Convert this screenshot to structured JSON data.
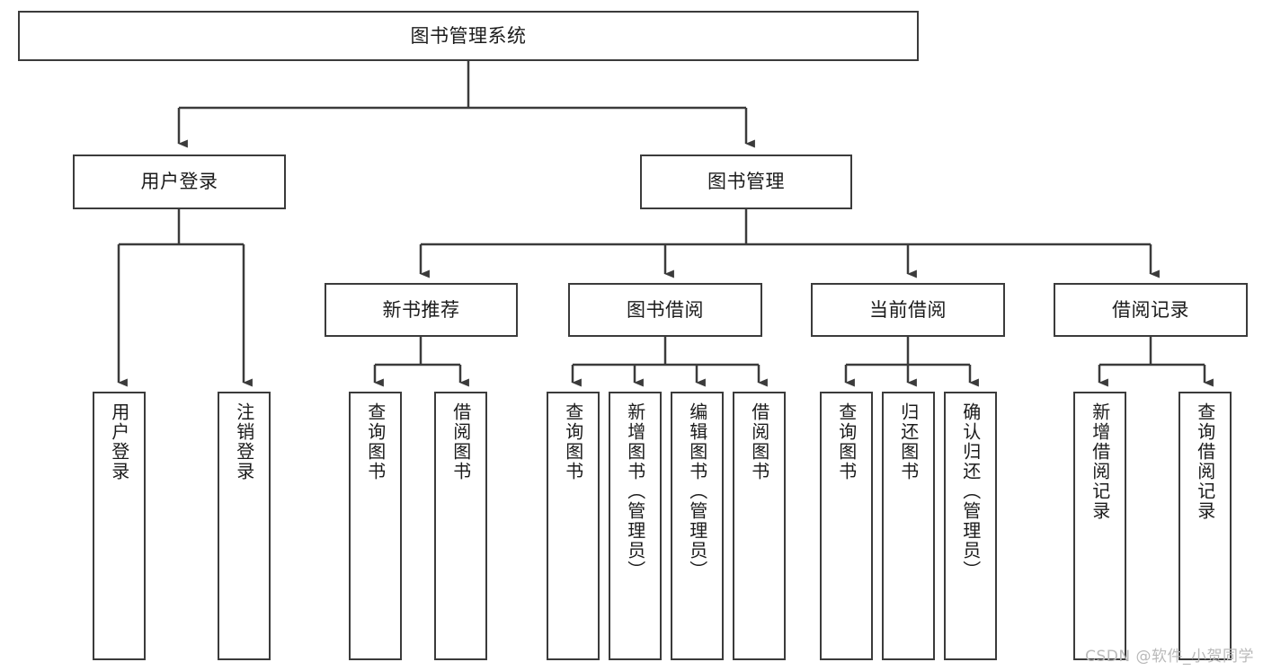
{
  "diagram": {
    "title": "图书管理系统",
    "type": "tree",
    "root": {
      "id": "root",
      "label": "图书管理系统"
    },
    "level1": [
      {
        "id": "user-login",
        "label": "用户登录"
      },
      {
        "id": "book-manage",
        "label": "图书管理"
      }
    ],
    "level2": [
      {
        "id": "new-book-recommend",
        "label": "新书推荐",
        "parent": "book-manage"
      },
      {
        "id": "book-borrow",
        "label": "图书借阅",
        "parent": "book-manage"
      },
      {
        "id": "current-borrow",
        "label": "当前借阅",
        "parent": "book-manage"
      },
      {
        "id": "borrow-record",
        "label": "借阅记录",
        "parent": "book-manage"
      }
    ],
    "leaves": [
      {
        "id": "leaf-user-login",
        "label": "用户登录",
        "parent": "user-login"
      },
      {
        "id": "leaf-user-logout",
        "label": "注销登录",
        "parent": "user-login"
      },
      {
        "id": "leaf-query-book-1",
        "label": "查询图书",
        "parent": "new-book-recommend"
      },
      {
        "id": "leaf-borrow-book-1",
        "label": "借阅图书",
        "parent": "new-book-recommend"
      },
      {
        "id": "leaf-query-book-2",
        "label": "查询图书",
        "parent": "book-borrow"
      },
      {
        "id": "leaf-add-book",
        "label": "新增图书（管理员）",
        "parent": "book-borrow"
      },
      {
        "id": "leaf-edit-book",
        "label": "编辑图书（管理员）",
        "parent": "book-borrow"
      },
      {
        "id": "leaf-borrow-book-2",
        "label": "借阅图书",
        "parent": "book-borrow"
      },
      {
        "id": "leaf-query-book-3",
        "label": "查询图书",
        "parent": "current-borrow"
      },
      {
        "id": "leaf-return-book",
        "label": "归还图书",
        "parent": "current-borrow"
      },
      {
        "id": "leaf-confirm-return",
        "label": "确认归还（管理员）",
        "parent": "current-borrow"
      },
      {
        "id": "leaf-add-record",
        "label": "新增借阅记录",
        "parent": "borrow-record"
      },
      {
        "id": "leaf-query-record",
        "label": "查询借阅记录",
        "parent": "borrow-record"
      }
    ],
    "colors": {
      "stroke": "#3b3b3b",
      "fill": "#ffffff",
      "text": "#1b1b1b",
      "watermark": "#b9b9b9"
    }
  },
  "watermark": {
    "text": "CSDN @软件_小贺同学"
  }
}
